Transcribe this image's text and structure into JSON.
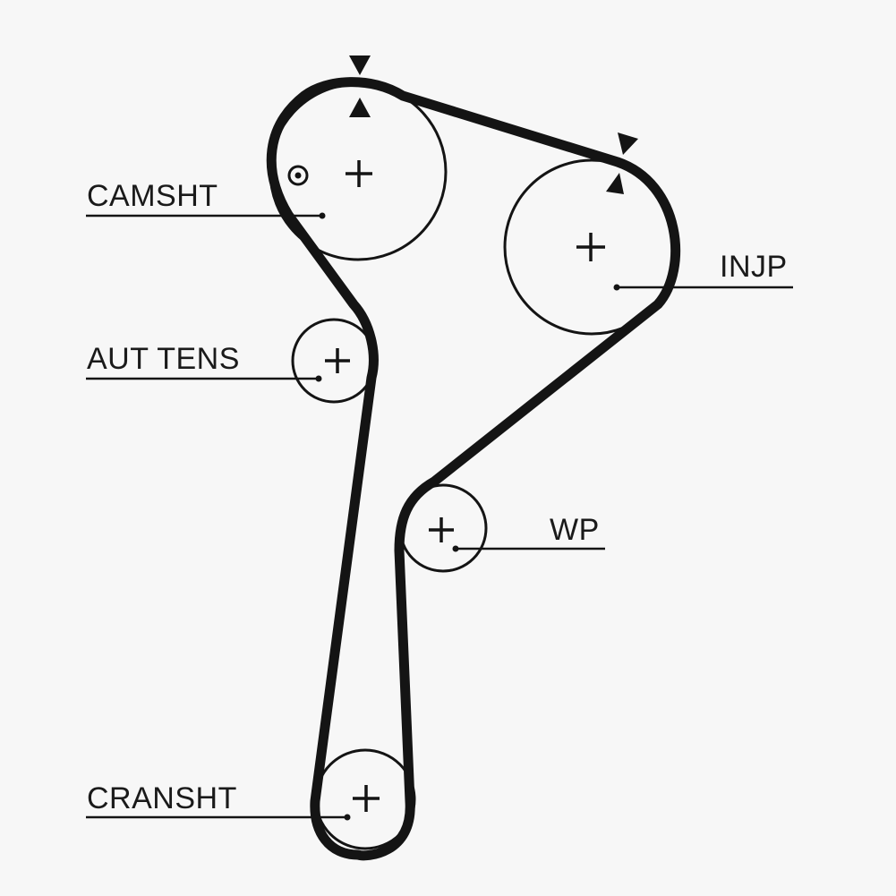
{
  "diagram": {
    "labels": {
      "camshaft": "CAMSHT",
      "injection_pump": "INJP",
      "auto_tensioner": "AUT TENS",
      "water_pump": "WP",
      "crankshaft": "CRANSHT"
    },
    "colors": {
      "line": "#141414",
      "background": "#f7f7f7"
    },
    "icons": [
      "timing-mark-icon",
      "center-cross-icon",
      "locating-pin-icon"
    ]
  }
}
